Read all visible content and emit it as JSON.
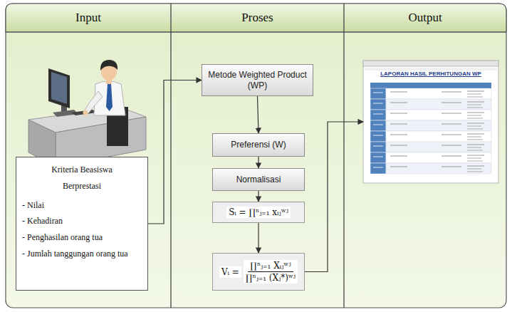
{
  "diagram": {
    "nodes": [
      {
        "text": [
          "Input"
        ]
      },
      {
        "text": [
          "Kriteria Beasiswa Berprestasi",
          "- Nilai",
          "- Kehadiran",
          "- Penghasilan orang tua",
          "- Jumlah tanggungan orang tua"
        ],
        "in": 0
      },
      {
        "text": [
          "Proses"
        ]
      },
      {
        "text": [
          "Metode Weighted Product (WP)"
        ],
        "in": 2
      },
      {
        "text": [
          "Preferensi (W)"
        ],
        "in": 2
      },
      {
        "text": [
          "Normalisasi"
        ],
        "in": 2
      },
      {
        "text": [
          "Sᵢ = ∏ⁿⱼ₌₁ xᵢⱼʷʲ"
        ],
        "in": 2
      },
      {
        "text": [
          "Vᵢ =",
          "∏ⁿⱼ₌₁ Xᵢⱼʷʲ",
          "∏ⁿⱼ₌₁ (Xⱼ*)ʷʲ"
        ],
        "in": 2
      },
      {
        "text": [
          "Output"
        ]
      },
      {
        "text": [
          "LAPORAN HASIL PERHITUNGAN WP"
        ],
        "in": 8
      }
    ],
    "edges": [
      {
        "from": 1,
        "to": 3,
        "arrow": "to"
      },
      {
        "from": 3,
        "to": 4,
        "arrow": "to"
      },
      {
        "from": 4,
        "to": 5,
        "arrow": "to"
      },
      {
        "from": 5,
        "to": 6,
        "arrow": "to"
      },
      {
        "from": 6,
        "to": 7,
        "arrow": "to"
      },
      {
        "from": 7,
        "to": 9,
        "arrow": "to"
      }
    ]
  }
}
